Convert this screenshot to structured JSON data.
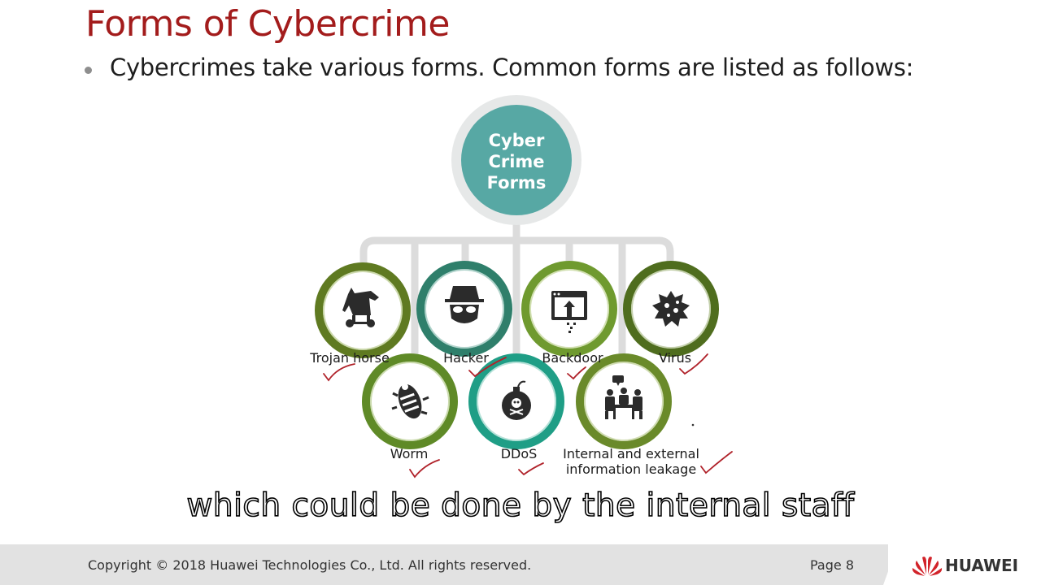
{
  "slide": {
    "title": "Forms of Cybercrime",
    "bullet": "Cybercrimes take various forms. Common forms are listed as follows:"
  },
  "diagram": {
    "center": [
      "Cyber",
      "Crime",
      "Forms"
    ],
    "nodes": [
      {
        "label": "Trojan horse",
        "icon": "horse-icon",
        "ring_color": "#5f7a21"
      },
      {
        "label": "Hacker",
        "icon": "hacker-icon",
        "ring_color": "#2f7f6b"
      },
      {
        "label": "Backdoor",
        "icon": "backdoor-icon",
        "ring_color": "#6f9a2f"
      },
      {
        "label": "Virus",
        "icon": "virus-icon",
        "ring_color": "#4f6d1e"
      },
      {
        "label": "Worm",
        "icon": "worm-icon",
        "ring_color": "#5f8a27"
      },
      {
        "label": "DDoS",
        "icon": "bomb-icon",
        "ring_color": "#1f9e86"
      },
      {
        "label_lines": [
          "Internal and external",
          "information leakage"
        ],
        "icon": "meeting-icon",
        "ring_color": "#6a8a2a"
      }
    ]
  },
  "subtitle": "which could be done by the internal staff",
  "footer": {
    "copyright": "Copyright © 2018 Huawei Technologies Co., Ltd. All rights reserved.",
    "page": "Page 8",
    "brand": "HUAWEI"
  },
  "colors": {
    "title": "#a31c1c",
    "center_circle": "#57a8a4",
    "connector": "#dcdcdc",
    "checkmark": "#b0222a"
  }
}
